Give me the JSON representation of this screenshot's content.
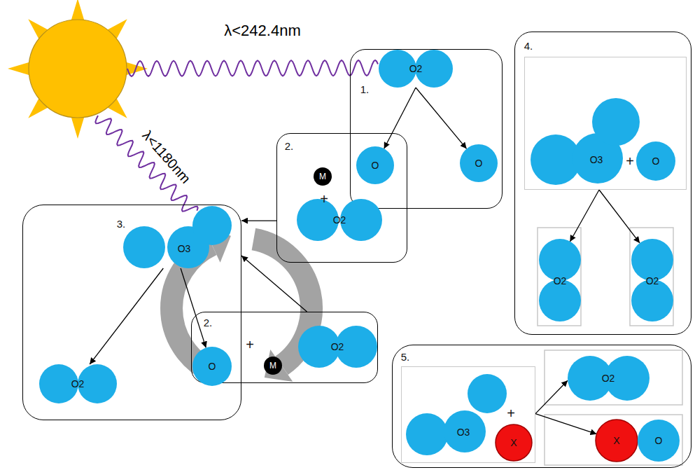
{
  "diagram": {
    "nodes": [
      {
        "text": [
          "1."
        ]
      },
      {
        "text": [
          "O2"
        ],
        "in": 0
      },
      {
        "text": [
          "O"
        ],
        "in": 0
      },
      {
        "text": [
          "O"
        ],
        "in": 0
      },
      {
        "text": [
          "2.",
          "+"
        ]
      },
      {
        "text": [
          "M"
        ],
        "in": 4
      },
      {
        "text": [
          "O2"
        ],
        "in": 4
      },
      {
        "text": [
          "3."
        ]
      },
      {
        "text": [
          "O3"
        ],
        "in": 7
      },
      {
        "text": [
          "O2"
        ],
        "in": 7
      },
      {
        "text": [
          "2.",
          "+"
        ]
      },
      {
        "text": [
          "O"
        ],
        "in": 10
      },
      {
        "text": [
          "M"
        ],
        "in": 10
      },
      {
        "text": [
          "O2"
        ],
        "in": 10
      },
      {
        "text": [
          "4."
        ]
      },
      {
        "text": [
          "+"
        ],
        "in": 14
      },
      {
        "text": [
          "O3"
        ],
        "in": 15
      },
      {
        "text": [
          "O"
        ],
        "in": 15
      },
      {
        "text": [
          "O2"
        ],
        "in": 14
      },
      {
        "text": [
          "O2"
        ],
        "in": 14
      },
      {
        "text": [
          "5."
        ]
      },
      {
        "text": [
          "+"
        ],
        "in": 20
      },
      {
        "text": [
          "O3"
        ],
        "in": 21
      },
      {
        "text": [
          "X"
        ],
        "in": 21
      },
      {
        "text": [
          "O2"
        ],
        "in": 20
      },
      {
        "text": [
          "X"
        ],
        "in": 20
      },
      {
        "text": [
          "O"
        ],
        "in": 20
      }
    ],
    "edges": [
      {
        "from": 1,
        "to": 2,
        "arrow": "to"
      },
      {
        "from": 1,
        "to": 3,
        "arrow": "to"
      },
      {
        "from": 4,
        "to": 7,
        "arrow": "to"
      },
      {
        "from": 10,
        "to": 7,
        "arrow": "to"
      },
      {
        "from": 8,
        "to": 9,
        "arrow": "to"
      },
      {
        "from": 8,
        "to": 11,
        "arrow": "to"
      },
      {
        "from": 15,
        "to": 18,
        "arrow": "to"
      },
      {
        "from": 15,
        "to": 19,
        "arrow": "to"
      },
      {
        "from": 21,
        "to": 24,
        "arrow": "to"
      },
      {
        "from": 21,
        "to": 25,
        "arrow": "to"
      }
    ],
    "labels": [
      "λ<242.4nm",
      "λ<1180nm"
    ]
  }
}
